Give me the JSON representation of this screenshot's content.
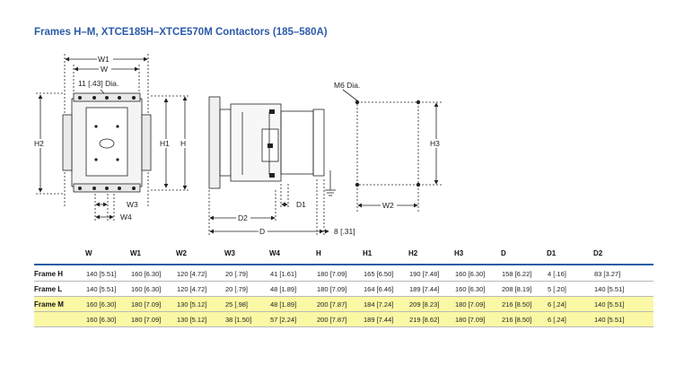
{
  "title": "Frames H–M, XTCE185H–XTCE570M Contactors (185–580A)",
  "drawing_labels": {
    "w1": "W1",
    "w": "W",
    "dia_11": "11 [.43] Dia.",
    "h2": "H2",
    "h1": "H1",
    "h": "H",
    "w3": "W3",
    "w4": "W4",
    "m6": "M6 Dia.",
    "h3": "H3",
    "d1": "D1",
    "d2": "D2",
    "d": "D",
    "w2": "W2",
    "d8": "8 [.31]"
  },
  "table": {
    "columns": [
      "W",
      "W1",
      "W2",
      "W3",
      "W4",
      "H",
      "H1",
      "H2",
      "H3",
      "D",
      "D1",
      "D2"
    ],
    "rows": [
      {
        "label": "Frame H",
        "highlight": false,
        "cells": [
          "140 [5.51]",
          "160 [6.30]",
          "120 [4.72]",
          "20 [.79]",
          "41 [1.61]",
          "180 [7.09]",
          "165 [6.50]",
          "190 [7.48]",
          "160 [6.30]",
          "158 [6.22]",
          "4 [.16]",
          "83 [3.27]"
        ]
      },
      {
        "label": "Frame L",
        "highlight": false,
        "cells": [
          "140 [5.51]",
          "160 [6.30]",
          "120 [4.72]",
          "20 [.79]",
          "48 [1.89]",
          "180 [7.09]",
          "164 [6.46]",
          "189 [7.44]",
          "160 [6.30]",
          "208 [8.19]",
          "5 [.20]",
          "140 [5.51]"
        ]
      },
      {
        "label": "Frame M",
        "highlight": true,
        "cells": [
          "160 [6.30]",
          "180 [7.09]",
          "130 [5.12]",
          "25 [.98]",
          "48 [1.89]",
          "200 [7.87]",
          "184 [7.24]",
          "209 [8.23]",
          "180 [7.09]",
          "216 [8.50]",
          "6 [.24]",
          "140 [5.51]"
        ]
      },
      {
        "label": "",
        "highlight": true,
        "cells": [
          "160 [6.30]",
          "180 [7.09]",
          "130 [5.12]",
          "38 [1.50]",
          "57 [2.24]",
          "200 [7.87]",
          "189 [7.44]",
          "219 [8.62]",
          "180 [7.09]",
          "216 [8.50]",
          "6 [.24]",
          "140 [5.51]"
        ]
      }
    ]
  }
}
